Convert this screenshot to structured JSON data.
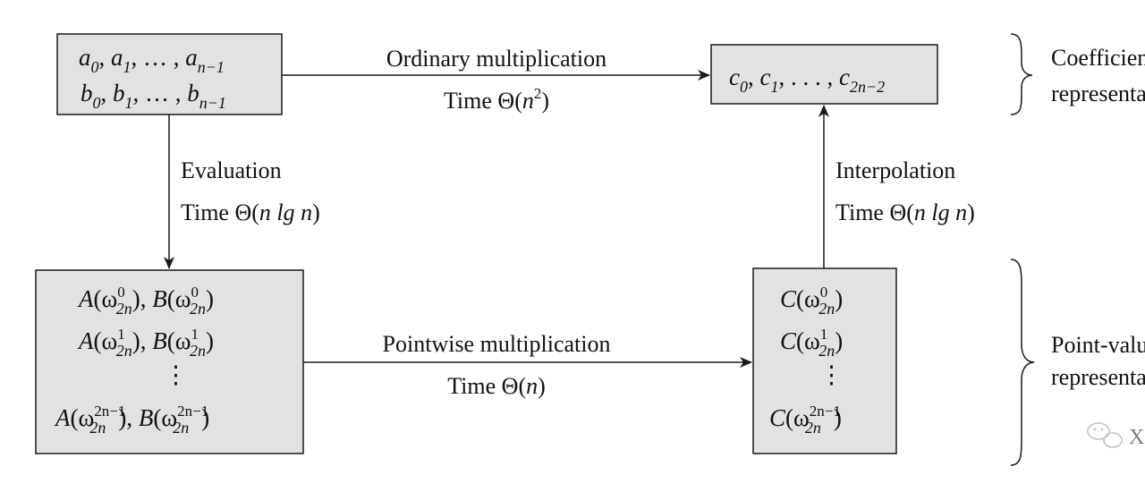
{
  "colors": {
    "box_fill": "#e2e2e2",
    "stroke": "#1a1a1a",
    "text": "#111111"
  },
  "boxes": {
    "coeff_inputs": {
      "line1": {
        "base": [
          "a",
          "a",
          "…",
          "a"
        ],
        "subs": [
          "0",
          "1",
          "n−1"
        ]
      },
      "line2": {
        "base": [
          "b",
          "b",
          "…",
          "b"
        ],
        "subs": [
          "0",
          "1",
          "n−1"
        ]
      }
    },
    "coeff_output": {
      "subs": [
        "0",
        "1",
        "2n−2"
      ]
    },
    "pointvalue_inputs": {
      "rows": [
        {
          "sup": "0"
        },
        {
          "sup": "1"
        },
        {
          "sup": "2n−1"
        }
      ],
      "omega_sub": "2n"
    },
    "pointvalue_output": {
      "rows": [
        {
          "sup": "0"
        },
        {
          "sup": "1"
        },
        {
          "sup": "2n−1"
        }
      ],
      "omega_sub": "2n"
    }
  },
  "edges": {
    "ordinary": {
      "label": "Ordinary multiplication",
      "time_prefix": "Time Θ(",
      "time_var": "n",
      "time_sup": "2",
      "time_suffix": ")"
    },
    "evaluation": {
      "label": "Evaluation",
      "time_prefix": "Time Θ(",
      "time_body": "n lg n",
      "time_suffix": ")"
    },
    "interpolation": {
      "label": "Interpolation",
      "time_prefix": "Time Θ(",
      "time_body": "n lg n",
      "time_suffix": ")"
    },
    "pointwise": {
      "label": "Pointwise multiplication",
      "time_prefix": "Time Θ(",
      "time_var": "n",
      "time_suffix": ")"
    }
  },
  "side_labels": {
    "coefficient": [
      "Coefficient",
      "representations"
    ],
    "pointvalue": [
      "Point-value",
      "representations"
    ]
  },
  "watermark": {
    "icon": "wechat-icon",
    "text": "X"
  }
}
